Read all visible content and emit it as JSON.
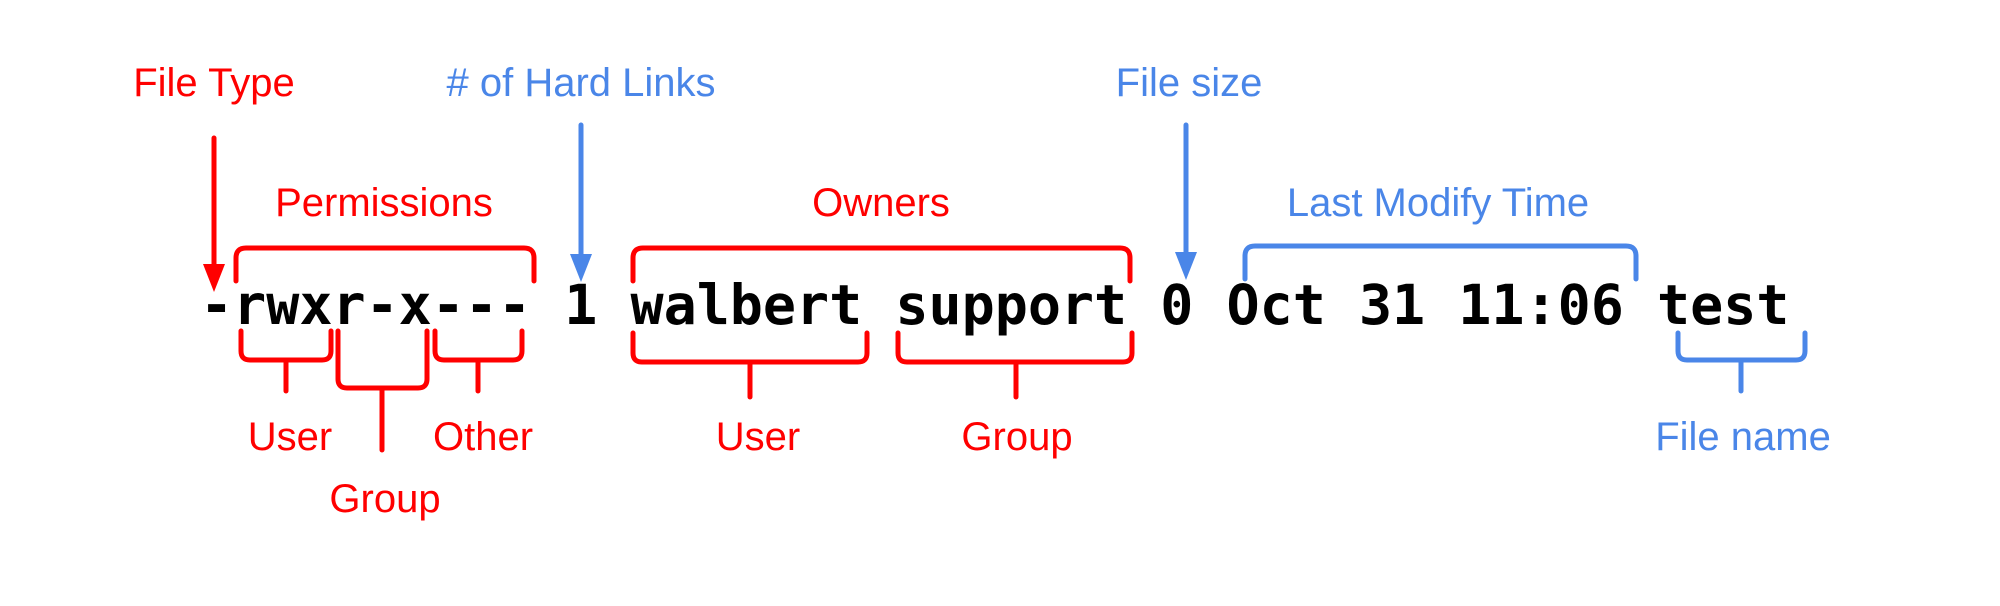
{
  "colors": {
    "red": "#ff0000",
    "blue": "#4a86e8",
    "text": "#000000",
    "background": "#ffffff"
  },
  "listing": {
    "text": "-rwxr-x--- 1 walbert support 0 Oct 31 11:06 test",
    "fields": {
      "file_type": "-",
      "permissions": "rwxr-x---",
      "permissions_user": "rwx",
      "permissions_group": "r-x",
      "permissions_other": "---",
      "hard_links": "1",
      "owner_user": "walbert",
      "owner_group": "support",
      "file_size": "0",
      "last_modify_time": "Oct 31 11:06",
      "file_name": "test"
    }
  },
  "annotations": {
    "file_type": "File Type",
    "hard_links": "# of Hard Links",
    "file_size": "File size",
    "permissions": "Permissions",
    "owners": "Owners",
    "last_modify_time": "Last Modify Time",
    "perm_user": "User",
    "perm_group": "Group",
    "perm_other": "Other",
    "owner_user": "User",
    "owner_group": "Group",
    "file_name": "File name"
  }
}
